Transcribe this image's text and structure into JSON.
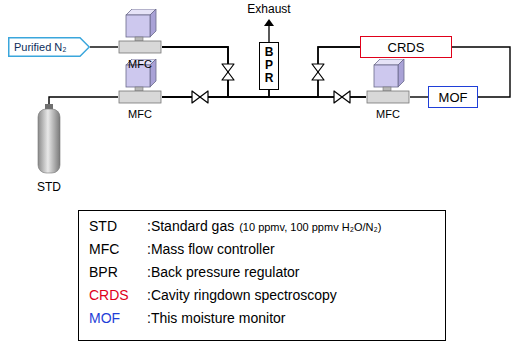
{
  "diagram": {
    "nodes": [
      {
        "text": [
          "Purified N₂"
        ]
      },
      {
        "text": [
          "MFC"
        ]
      },
      {
        "text": [
          "BPR"
        ]
      },
      {
        "text": [
          "CRDS"
        ]
      },
      {
        "text": [
          "MFC"
        ]
      },
      {
        "text": [
          "MFC"
        ]
      },
      {
        "text": [
          "MOF"
        ]
      },
      {
        "text": [
          "STD"
        ]
      },
      {
        "text": [
          "STD",
          ":Standard gas",
          "(10 ppmv, 100 ppmv H₂O/N₂)",
          "MFC",
          ":Mass flow controller",
          "BPR",
          ":Back pressure regulator",
          "CRDS",
          ":Cavity ringdown spectroscopy",
          "MOF",
          ":This moisture monitor"
        ]
      }
    ],
    "edges": [
      {
        "from": 0,
        "to": 1,
        "arrow": "none"
      },
      {
        "from": 7,
        "to": 4,
        "arrow": "none"
      },
      {
        "from": 1,
        "to": 2,
        "arrow": "none"
      },
      {
        "from": 1,
        "to": 3,
        "arrow": "none"
      },
      {
        "from": 1,
        "to": 5,
        "arrow": "none"
      },
      {
        "from": 4,
        "to": 2,
        "arrow": "none"
      },
      {
        "from": 4,
        "to": 3,
        "arrow": "none"
      },
      {
        "from": 4,
        "to": 5,
        "arrow": "none"
      },
      {
        "from": 5,
        "to": 6,
        "arrow": "none"
      },
      {
        "from": 3,
        "to": 6,
        "arrow": "none"
      }
    ],
    "labels": [
      "Exhaust"
    ]
  }
}
